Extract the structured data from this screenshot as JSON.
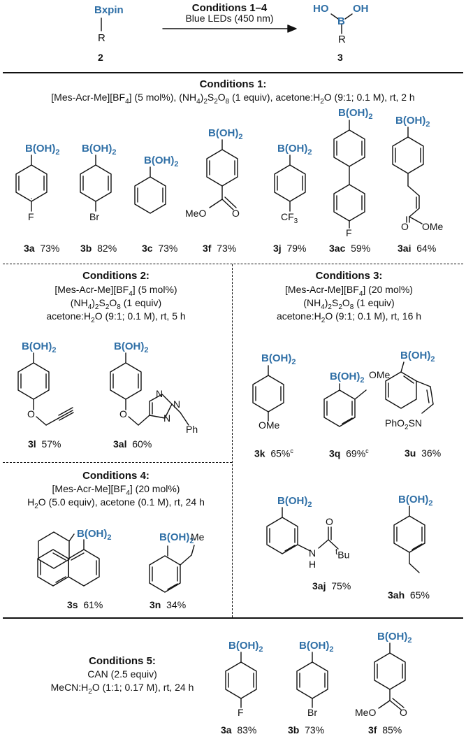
{
  "header": {
    "reactant_group": "Bxpin",
    "reactant_R": "R",
    "reactant_number": "2",
    "arrow_top": "Conditions 1–4",
    "arrow_bottom": "Blue LEDs (450 nm)",
    "product_HO": "HO",
    "product_B": "B",
    "product_OH": "OH",
    "product_R": "R",
    "product_number": "3"
  },
  "boh": {
    "B": "B(OH)",
    "sub": "2"
  },
  "conditions": {
    "c1": {
      "title": "Conditions 1:",
      "line1_html": "[Mes-Acr-Me][BF<sub>4</sub>] (5 mol%), (NH<sub>4</sub>)<sub>2</sub>S<sub>2</sub>O<sub>8</sub> (1 equiv), acetone:H<sub>2</sub>O (9:1; 0.1 M), rt, 2 h"
    },
    "c2": {
      "title": "Conditions 2:",
      "l1": "[Mes-Acr-Me][BF<sub>4</sub>] (5 mol%)",
      "l2": "(NH<sub>4</sub>)<sub>2</sub>S<sub>2</sub>O<sub>8</sub> (1 equiv)",
      "l3": "acetone:H<sub>2</sub>O (9:1; 0.1 M), rt, 5 h"
    },
    "c3": {
      "title": "Conditions 3:",
      "l1": "[Mes-Acr-Me][BF<sub>4</sub>] (20 mol%)",
      "l2": "(NH<sub>4</sub>)<sub>2</sub>S<sub>2</sub>O<sub>8</sub> (1 equiv)",
      "l3": "acetone:H<sub>2</sub>O (9:1; 0.1 M), rt, 16 h"
    },
    "c4": {
      "title": "Conditions 4:",
      "l1": "[Mes-Acr-Me][BF<sub>4</sub>] (20 mol%)",
      "l2": "H<sub>2</sub>O (5.0 equiv), acetone (0.1 M), rt, 24 h"
    },
    "c5": {
      "title": "Conditions 5:",
      "l1": "CAN (2.5 equiv)",
      "l2": "MeCN:H<sub>2</sub>O (1:1; 0.17 M), rt, 24 h"
    }
  },
  "compounds": [
    {
      "id": "3a",
      "yield": "73%"
    },
    {
      "id": "3b",
      "yield": "82%"
    },
    {
      "id": "3c",
      "yield": "73%"
    },
    {
      "id": "3f",
      "yield": "73%"
    },
    {
      "id": "3j",
      "yield": "79%"
    },
    {
      "id": "3ac",
      "yield": "59%"
    },
    {
      "id": "3ai",
      "yield": "64%"
    },
    {
      "id": "3l",
      "yield": "57%"
    },
    {
      "id": "3al",
      "yield": "60%"
    },
    {
      "id": "3k",
      "yield": "65%",
      "sup": "c"
    },
    {
      "id": "3q",
      "yield": "69%",
      "sup": "c"
    },
    {
      "id": "3u",
      "yield": "36%"
    },
    {
      "id": "3s",
      "yield": "61%"
    },
    {
      "id": "3n",
      "yield": "34%"
    },
    {
      "id": "3aj",
      "yield": "75%"
    },
    {
      "id": "3ah",
      "yield": "65%"
    },
    {
      "id": "3a",
      "yield": "83%"
    },
    {
      "id": "3b",
      "yield": "73%"
    },
    {
      "id": "3f",
      "yield": "85%"
    }
  ],
  "atoms": {
    "F": "F",
    "Br": "Br",
    "MeO": "MeO",
    "O": "O",
    "OMe": "OMe",
    "CF": "CF",
    "sub3": "3",
    "N": "N",
    "Ph": "Ph",
    "PhO2S_html": "PhO<sub>2</sub>SN",
    "Me": "Me",
    "H": "H",
    "tBu_html": "<sup>t</sup>Bu",
    "NN": "N=N"
  }
}
